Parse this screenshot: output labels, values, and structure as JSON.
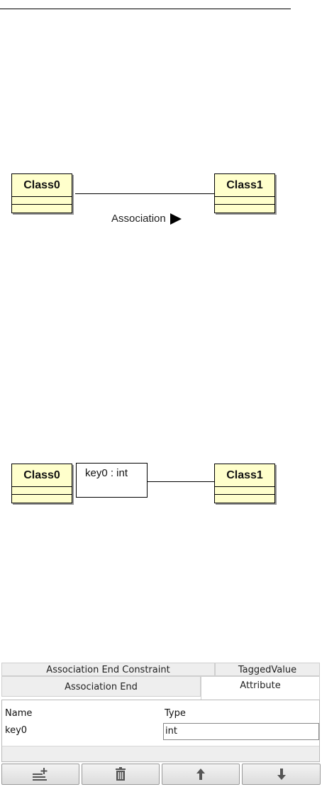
{
  "diagram": {
    "top_association": {
      "left_class": "Class0",
      "right_class": "Class1",
      "label": "Association"
    },
    "qualified_association": {
      "left_class": "Class0",
      "right_class": "Class1",
      "qualifier": "key0 : int"
    }
  },
  "panel": {
    "tabs_row1": [
      "Association End Constraint",
      "TaggedValue"
    ],
    "tabs_row2": [
      "Association End",
      "Attribute"
    ],
    "active_tab": "Attribute",
    "table": {
      "columns": [
        "Name",
        "Type"
      ],
      "rows": [
        {
          "name": "key0",
          "type": "int"
        }
      ]
    },
    "toolbar": {
      "buttons": [
        "add-attribute-icon",
        "delete-icon",
        "move-up-icon",
        "move-down-icon"
      ]
    }
  }
}
